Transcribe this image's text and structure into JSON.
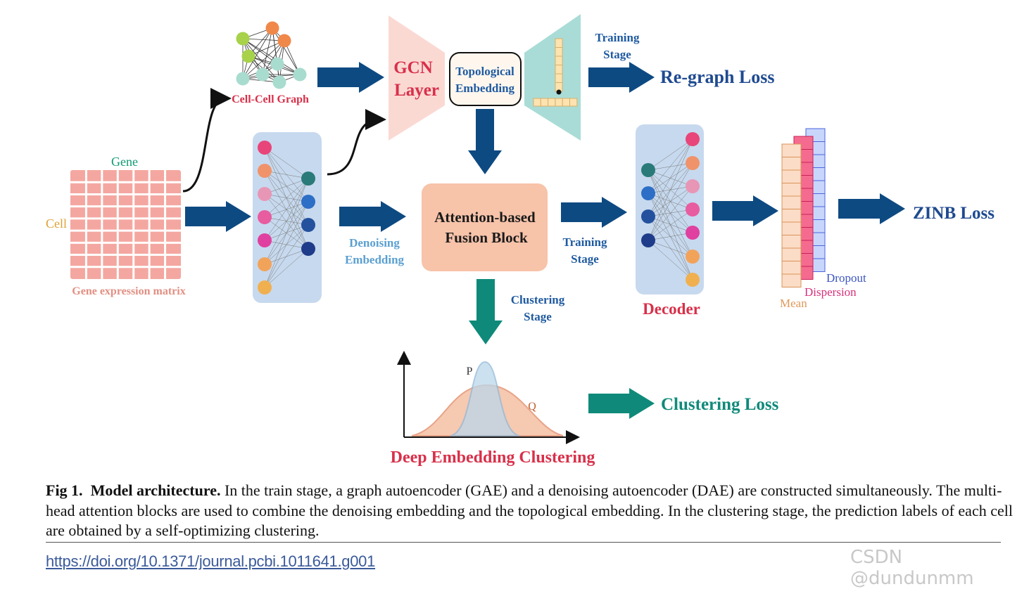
{
  "diagram": {
    "gene_label": "Gene",
    "cell_label": "Cell",
    "matrix_label": "Gene expression matrix",
    "graph_label": "Cell-Cell Graph",
    "gcn_line1": "GCN",
    "gcn_line2": "Layer",
    "topo_line1": "Topological",
    "topo_line2": "Embedding",
    "training_stage_top_1": "Training",
    "training_stage_top_2": "Stage",
    "regraph_loss": "Re-graph Loss",
    "denoising_1": "Denoising",
    "denoising_2": "Embedding",
    "fusion_1": "Attention-based",
    "fusion_2": "Fusion Block",
    "training_stage_mid_1": "Training",
    "training_stage_mid_2": "Stage",
    "decoder": "Decoder",
    "zinb_loss": "ZINB Loss",
    "dropout": "Dropout",
    "dispersion": "Dispersion",
    "mean": "Mean",
    "clustering_stage_1": "Clustering",
    "clustering_stage_2": "Stage",
    "p_label": "P",
    "q_label": "Q",
    "clustering_loss": "Clustering Loss",
    "dec_label": "Deep Embedding Clustering"
  },
  "caption": {
    "fig": "Fig 1.",
    "title": "Model architecture.",
    "body": "In the train stage, a graph autoencoder (GAE) and a denoising autoencoder (DAE) are constructed simultaneously. The multi-head attention blocks are used to combine the denoising embedding and the topological embedding. In the clustering stage, the prediction labels of each cell are obtained by a self-optimizing clustering."
  },
  "doi": "https://doi.org/10.1371/journal.pcbi.1011641.g001",
  "watermark": "CSDN @dundunmm",
  "colors": {
    "dark_blue": "#0e4a82",
    "teal": "#0f8a7a",
    "crimson": "#d8304a",
    "salmon_cell": "#f4a7a0",
    "encoder_bg": "#c7d9ee",
    "fusion_bg": "#f7c3a9",
    "gcn_bg": "#fbd9d3",
    "decoder_tri_bg": "#a9dcd6"
  }
}
